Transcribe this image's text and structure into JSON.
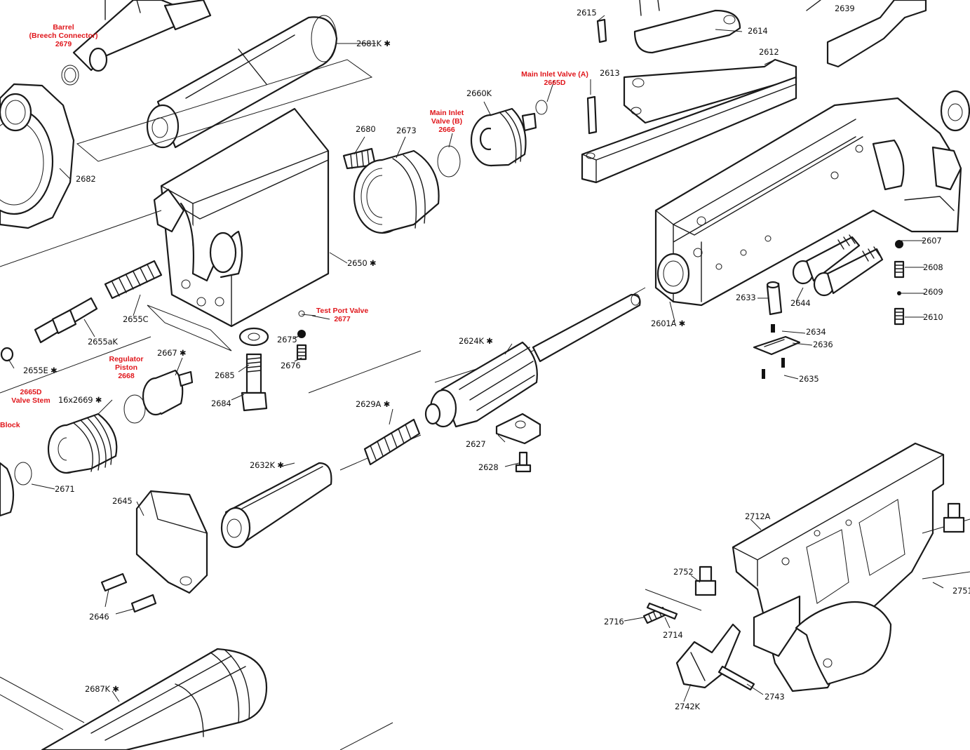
{
  "colors": {
    "line": "#1a1a1a",
    "annotation": "#e0161b",
    "background": "#ffffff"
  },
  "labels": {
    "p2615": "2615",
    "p2639": "2639",
    "p2681k": "2681K ✱",
    "p2614": "2614",
    "p2612": "2612",
    "p2613": "2613",
    "p2660k": "2660K",
    "p2682": "2682",
    "p2680": "2680",
    "p2673": "2673",
    "p2650": "2650 ✱",
    "p2607": "2607",
    "p2608": "2608",
    "p2609": "2609",
    "p2610": "2610",
    "p2633": "2633",
    "p2644": "2644",
    "p2601a": "2601A ✱",
    "p2634": "2634",
    "p2636": "2636",
    "p2635": "2635",
    "p2655c": "2655C",
    "p2655ak": "2655aK",
    "p2675": "2675",
    "p2676": "2676",
    "p2624k": "2624K ✱",
    "p2655e": "2655E ✱",
    "p2667": "2667 ✱",
    "p2685": "2685",
    "p2684": "2684",
    "p2669": "16x2669 ✱",
    "p2629a": "2629A ✱",
    "p2627": "2627",
    "p2628": "2628",
    "p2632k": "2632K ✱",
    "p2671": "2671",
    "p2645": "2645",
    "p2712a": "2712A",
    "p2646": "2646",
    "p2752": "2752",
    "p2751": "2751",
    "p2716": "2716",
    "p2714": "2714",
    "p2687k": "2687K ✱",
    "p2743": "2743",
    "p2742k": "2742K"
  },
  "annotations": {
    "barrel": {
      "line1": "Barrel",
      "line2": "(Breech Connector)",
      "code": "2679"
    },
    "main_inlet_a": {
      "line1": "Main Inlet Valve (A)",
      "code": "2665D"
    },
    "main_inlet_b": {
      "line1": "Main Inlet",
      "line2": "Valve (B)",
      "code": "2666"
    },
    "test_port": {
      "line1": "Test Port Valve",
      "code": "2677"
    },
    "regulator_piston": {
      "line1": "Regulator",
      "line2": "Piston",
      "code": "2668"
    },
    "valve_stem": {
      "code": "2665D",
      "line1": "Valve Stem"
    },
    "block": {
      "line1": "Block"
    }
  }
}
